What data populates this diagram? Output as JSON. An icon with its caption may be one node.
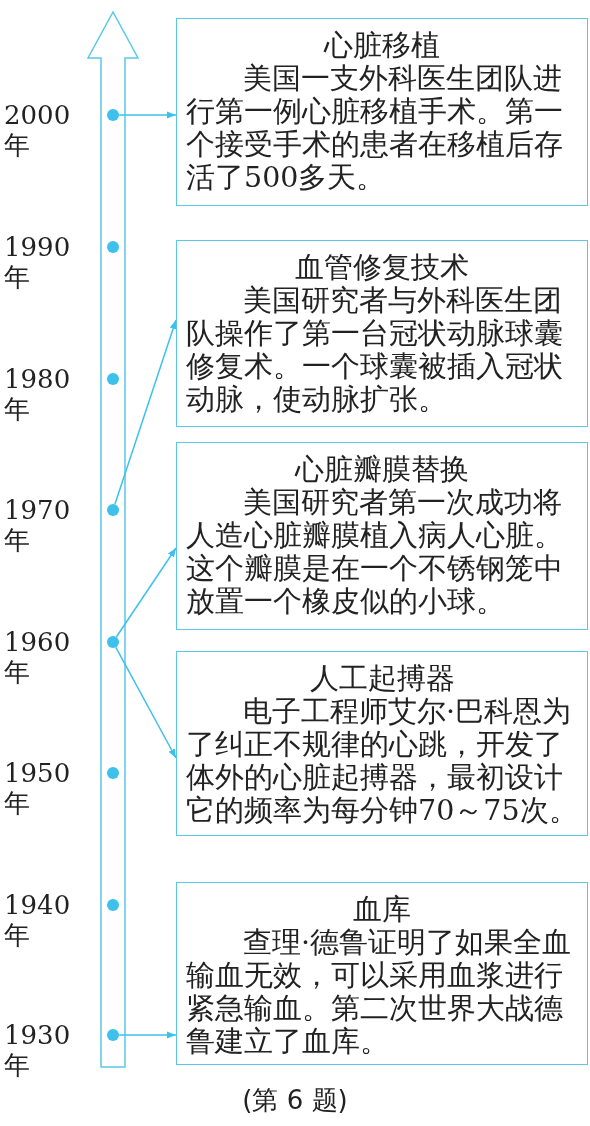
{
  "diagram": {
    "caption": "(第 6 题)",
    "nodes": [
      {
        "text": [],
        "shape": "circle",
        "beside": [
          "2000年"
        ]
      },
      {
        "text": [],
        "shape": "circle",
        "beside": [
          "1990年"
        ]
      },
      {
        "text": [],
        "shape": "circle",
        "beside": [
          "1980年"
        ]
      },
      {
        "text": [],
        "shape": "circle",
        "beside": [
          "1970年"
        ]
      },
      {
        "text": [],
        "shape": "circle",
        "beside": [
          "1960年"
        ]
      },
      {
        "text": [],
        "shape": "circle",
        "beside": [
          "1950年"
        ]
      },
      {
        "text": [],
        "shape": "circle",
        "beside": [
          "1940年"
        ]
      },
      {
        "text": [],
        "shape": "circle",
        "beside": [
          "1930年"
        ]
      },
      {
        "text": [
          "心脏移植",
          "美国一支外科医生团队进行第一例心脏移植手术。第一个接受手术的患者在移植后存活了500多天。"
        ]
      },
      {
        "text": [
          "血管修复技术",
          "美国研究者与外科医生团队操作了第一台冠状动脉球囊修复术。一个球囊被插入冠状动脉，使动脉扩张。"
        ]
      },
      {
        "text": [
          "心脏瓣膜替换",
          "美国研究者第一次成功将人造心脏瓣膜植入病人心脏。这个瓣膜是在一个不锈钢笼中放置一个橡皮似的小球。"
        ]
      },
      {
        "text": [
          "人工起搏器",
          "电子工程师艾尔·巴科恩为了纠正不规律的心跳，开发了体外的心脏起搏器，最初设计它的频率为每分钟70～75次。"
        ]
      },
      {
        "text": [
          "血库",
          "查理·德鲁证明了如果全血输血无效，可以采用血浆进行紧急输血。第二次世界大战德鲁建立了血库。"
        ]
      }
    ],
    "edges": [
      {
        "from": 0,
        "to": 8,
        "arrow": "to"
      },
      {
        "from": 3,
        "to": 9,
        "arrow": "to"
      },
      {
        "from": 4,
        "to": 10,
        "arrow": "to"
      },
      {
        "from": 4,
        "to": 11,
        "arrow": "to"
      },
      {
        "from": 7,
        "to": 12,
        "arrow": "to"
      }
    ]
  }
}
